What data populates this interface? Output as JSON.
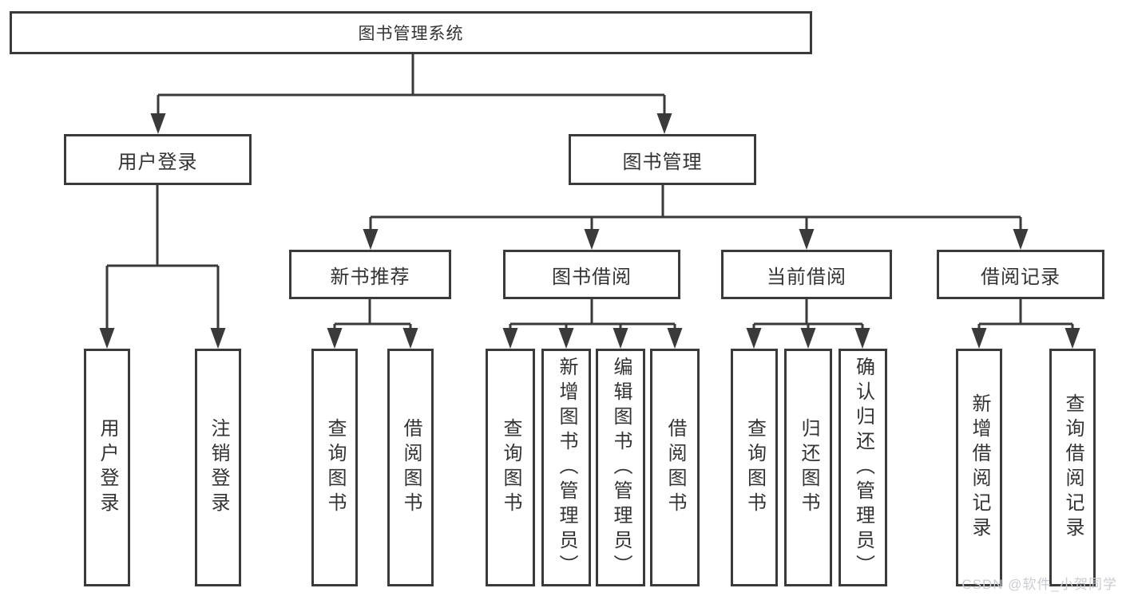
{
  "diagram": {
    "root": {
      "label": "图书管理系统",
      "children": [
        {
          "label": "用户登录",
          "children": [
            {
              "label": "用户登录"
            },
            {
              "label": "注销登录"
            }
          ]
        },
        {
          "label": "图书管理",
          "children": [
            {
              "label": "新书推荐",
              "children": [
                {
                  "label": "查询图书"
                },
                {
                  "label": "借阅图书"
                }
              ]
            },
            {
              "label": "图书借阅",
              "children": [
                {
                  "label": "查询图书"
                },
                {
                  "label": "新增图书（管理员）"
                },
                {
                  "label": "编辑图书（管理员）"
                },
                {
                  "label": "借阅图书"
                }
              ]
            },
            {
              "label": "当前借阅",
              "children": [
                {
                  "label": "查询图书"
                },
                {
                  "label": "归还图书"
                },
                {
                  "label": "确认归还（管理员）"
                }
              ]
            },
            {
              "label": "借阅记录",
              "children": [
                {
                  "label": "新增借阅记录"
                },
                {
                  "label": "查询借阅记录"
                }
              ]
            }
          ]
        }
      ]
    }
  },
  "watermark": {
    "text": "CSDN @软件_小贺同学"
  },
  "colors": {
    "line": "#3a3a3a",
    "text": "#333333",
    "watermark": "#c9ccd1",
    "background": "#ffffff"
  }
}
